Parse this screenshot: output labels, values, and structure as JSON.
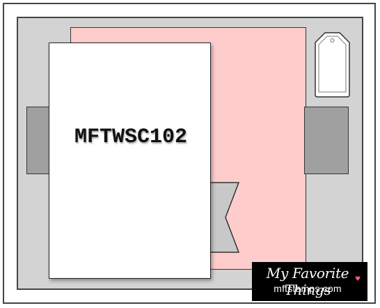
{
  "sketch": {
    "label": "MFTWSC102"
  },
  "logo": {
    "title": "My Favorite Things",
    "url": "mftstamps.com",
    "heart": "♥"
  },
  "colors": {
    "base_panel": "#d3d3d3",
    "pink_panel": "#ffcccc",
    "strips": "#a0a0a0",
    "banner": "#c8c8c8",
    "tag": "#ffffff",
    "logo_bg": "#000000"
  }
}
